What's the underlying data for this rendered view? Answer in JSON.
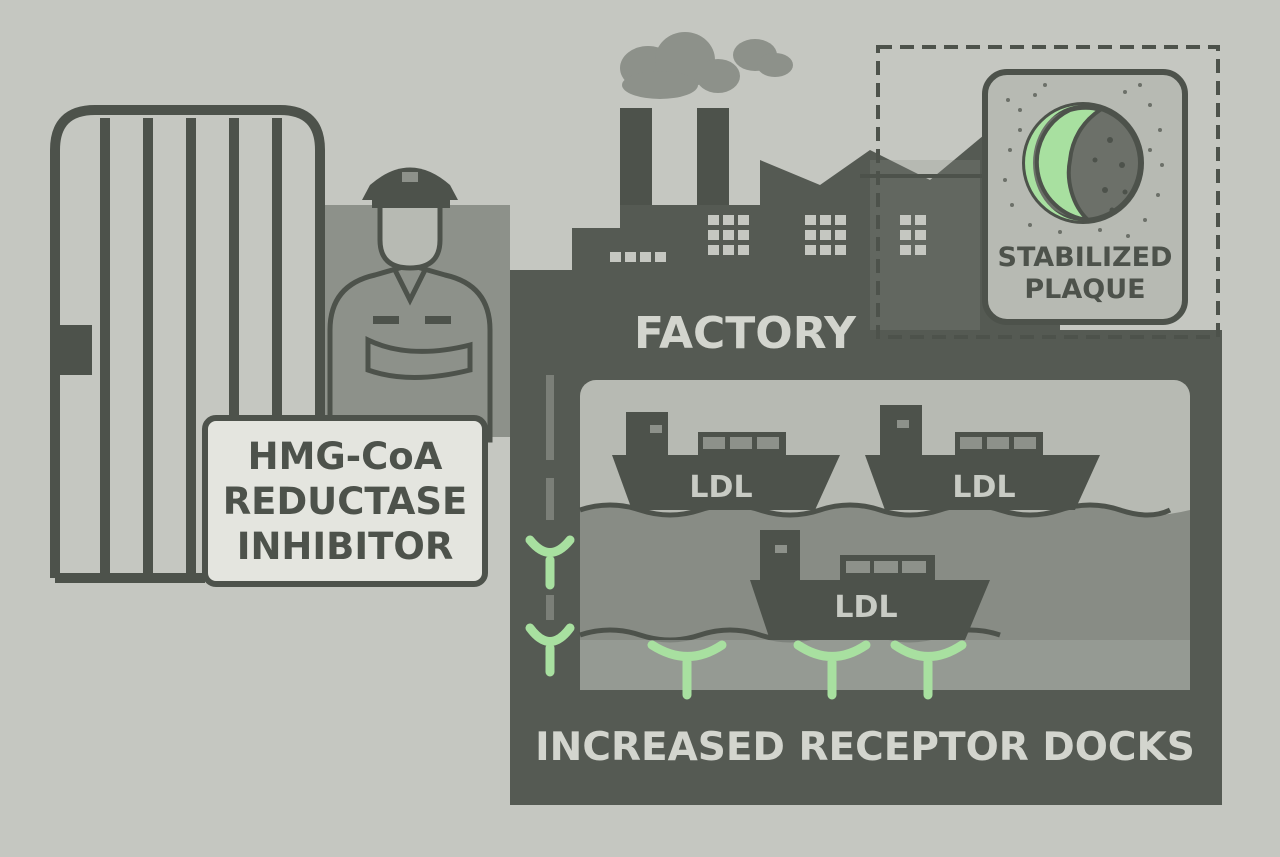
{
  "inhibitor": {
    "line1": "HMG-CoA",
    "line2": "REDUCTASE",
    "line3": "INHIBITOR"
  },
  "factory": {
    "label": "FACTORY"
  },
  "plaque": {
    "line1": "STABILIZED",
    "line2": "PLAQUE"
  },
  "ships": [
    {
      "label": "LDL"
    },
    {
      "label": "LDL"
    },
    {
      "label": "LDL"
    }
  ],
  "docks": {
    "label": "INCREASED RECEPTOR DOCKS"
  },
  "icons": [
    "gate-icon",
    "guard-icon",
    "factory-icon",
    "smoke-icon",
    "plaque-icon",
    "ship-icon",
    "receptor-icon"
  ],
  "colors": {
    "background": "#c5c7c1",
    "dark": "#4d524b",
    "factory": "#555a53",
    "accent_green": "#a8e0a0",
    "water": "#888c85"
  }
}
